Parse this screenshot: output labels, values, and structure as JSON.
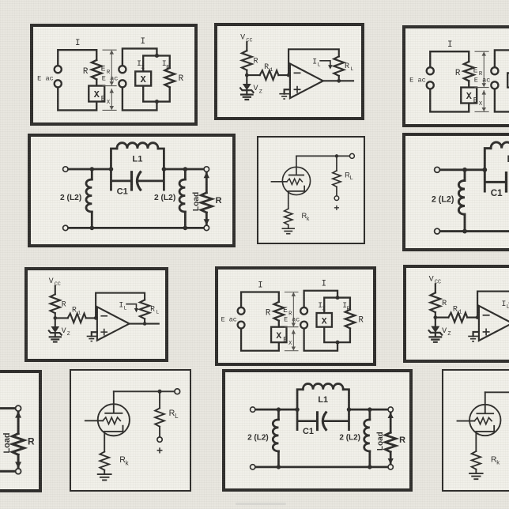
{
  "pattern": {
    "background_color": "#e8e6df",
    "panel_color": "#f1f0e9",
    "line_color": "#2d2c2a",
    "shadow_color": "#d7d6d1"
  },
  "diagrams": {
    "series_parallel": {
      "current_left": "I",
      "current_right": "I",
      "source_left": "E ac",
      "source_right": "E ac",
      "resistor_left": "R",
      "resistor_right": "R",
      "reactance_left": "X",
      "reactance_right": "X",
      "voltage_r": "E",
      "voltage_r_sub": "R",
      "voltage_x": "E",
      "voltage_x_sub": "X",
      "current_x": "I",
      "current_x_sub": "X",
      "current_r": "I",
      "current_r_sub": "R"
    },
    "opamp_regulator": {
      "vcc": "V",
      "vcc_sub": "CC",
      "r": "R",
      "r1": "R",
      "r1_sub": "1",
      "vz": "V",
      "vz_sub": "Z",
      "il": "I",
      "il_sub": "L",
      "rl": "R",
      "rl_sub": "L"
    },
    "lc_filter": {
      "l1": "L1",
      "c1": "C1",
      "l2_left": "2 (L2)",
      "l2_right": "2 (L2)",
      "load": "Load",
      "r": "R"
    },
    "tube_stage": {
      "rl": "R",
      "rl_sub": "L",
      "rk": "R",
      "rk_sub": "k",
      "plus": "+"
    }
  }
}
